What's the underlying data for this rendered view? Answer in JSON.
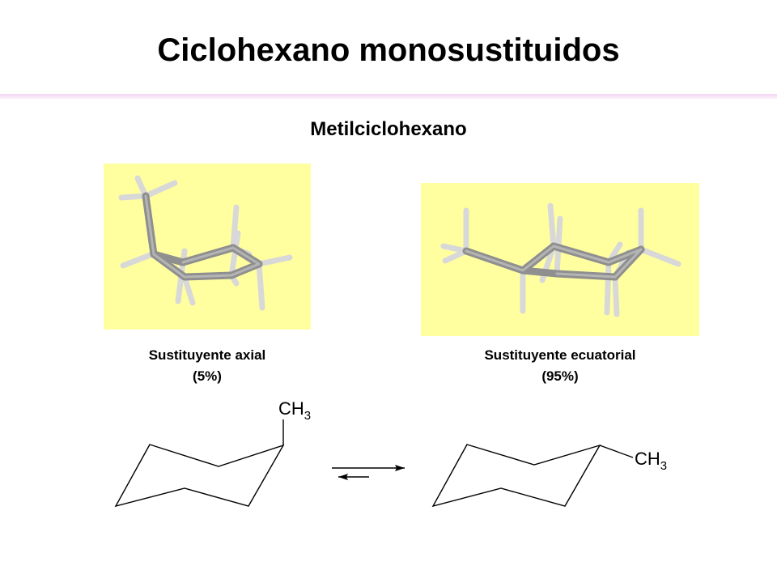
{
  "header": {
    "title": "Ciclohexano monosustituidos",
    "subtitle": "Metilciclohexano"
  },
  "models": {
    "axial": {
      "label": "Sustituyente axial",
      "percent": "(5%)",
      "percent_value": 5
    },
    "equatorial": {
      "label": "Sustituyente ecuatorial",
      "percent": "(95%)",
      "percent_value": 95
    }
  },
  "scheme": {
    "left_group": "CH",
    "left_group_sub": "3",
    "right_group": "CH",
    "right_group_sub": "3"
  },
  "colors": {
    "panel_background": "#ffffa0",
    "bond_stick": "#9a9a9a",
    "hydrogen_stick": "#e8e8e8",
    "rule": "#f4d6f4"
  }
}
